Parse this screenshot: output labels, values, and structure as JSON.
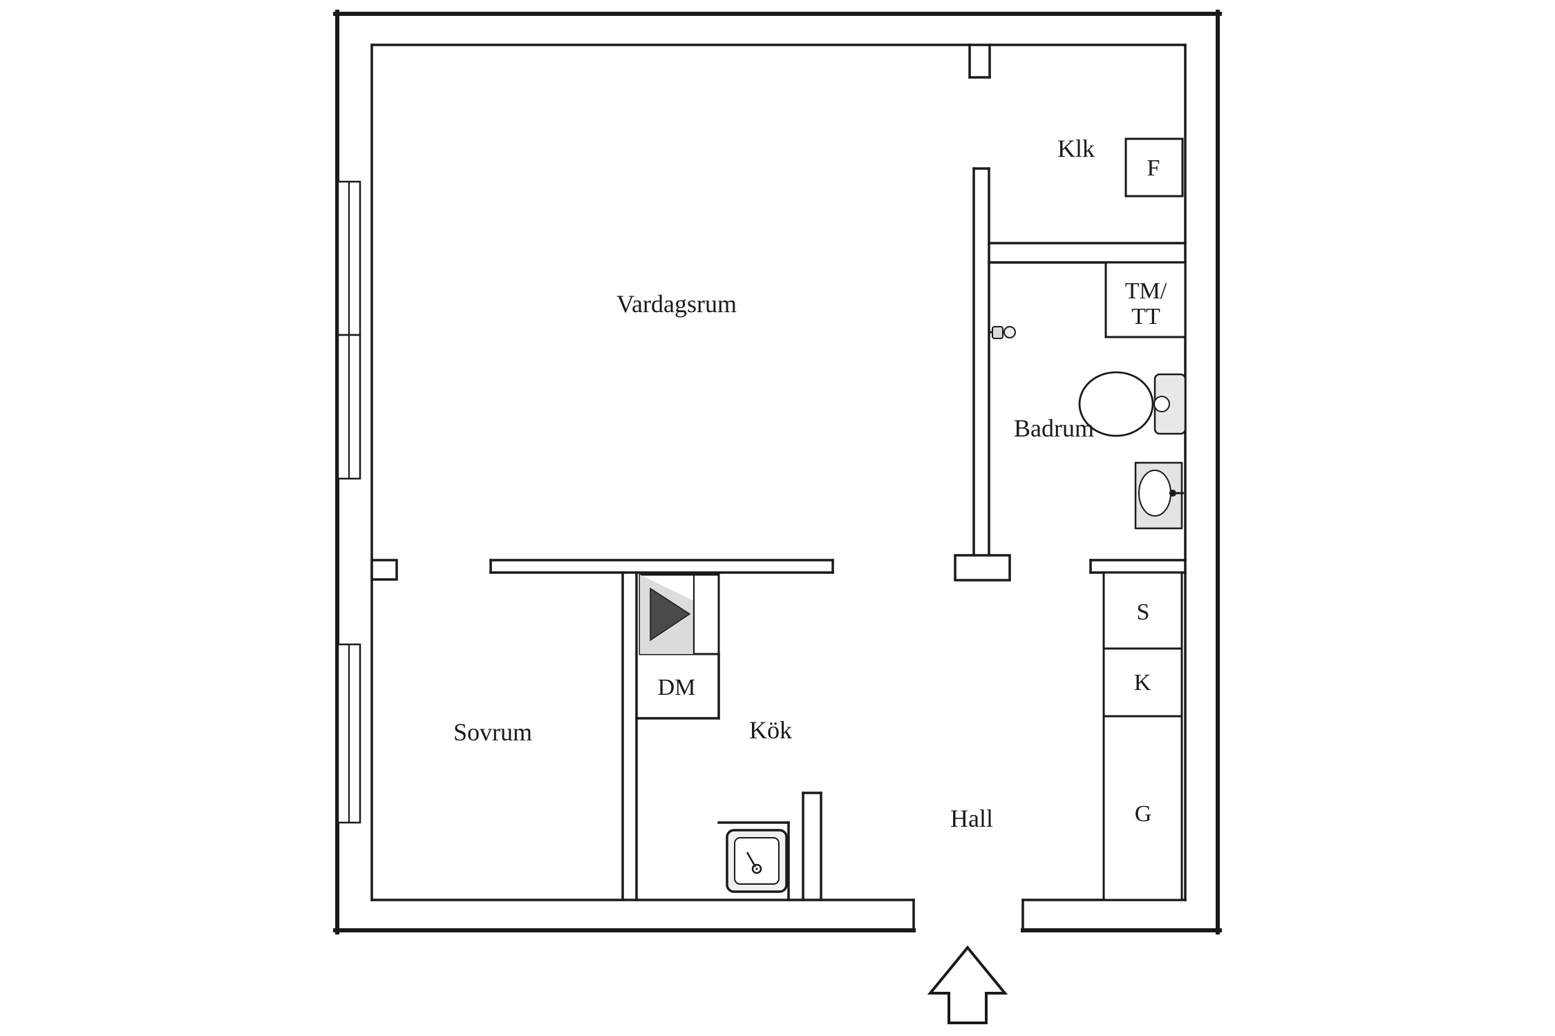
{
  "plan": {
    "rooms": {
      "vardagsrum": "Vardagsrum",
      "klk": "Klk",
      "badrum": "Badrum",
      "sovrum": "Sovrum",
      "kok": "Kök",
      "hall": "Hall"
    },
    "fixtures": {
      "fridge": "F",
      "washer_line1": "TM/",
      "washer_line2": "TT",
      "dishwasher": "DM",
      "wardrobe_s": "S",
      "wardrobe_k": "K",
      "wardrobe_g": "G"
    },
    "colors": {
      "wall": "#1a1a1a",
      "fixture_fill": "#e3e3e3",
      "background": "#ffffff"
    }
  }
}
